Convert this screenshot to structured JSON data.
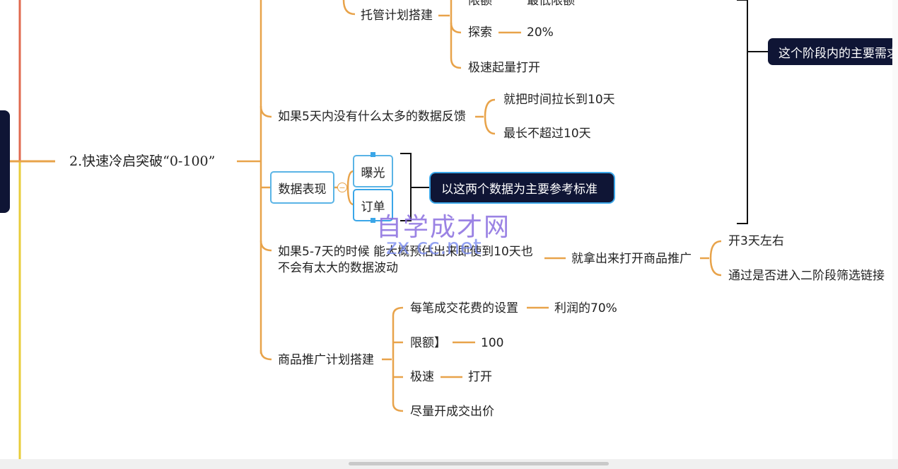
{
  "mindmap": {
    "root": "2.快速冷启突破“0-100”",
    "top_partial": {
      "label": "托管计划搭建",
      "cut_left": "限额",
      "cut_right": "最低限额",
      "explore": "探索",
      "explore_value": "20%",
      "fast": "极速起量打开"
    },
    "feedback": {
      "label": "如果5天内没有什么太多的数据反馈",
      "child1": "就把时间拉长到10天",
      "child2": "最长不超过10天"
    },
    "data_perf": {
      "label": "数据表现",
      "exposure": "曝光",
      "orders": "订单",
      "note": "以这两个数据为主要参考标准"
    },
    "estimate": {
      "line1": "如果5-7天的时候  能大概预估出来即使到10天也",
      "line2": "不会有太大的数据波动",
      "action": "就拿出来打开商品推广",
      "child1": "开3天左右",
      "child2": "通过是否进入二阶段筛选链接"
    },
    "promo": {
      "label": "商品推广计划搭建",
      "fee": "每笔成交花费的设置",
      "fee_value": "利润的70%",
      "limit": "限额】",
      "limit_value": "100",
      "speed": "极速",
      "speed_value": "打开",
      "price": "尽量开成交出价"
    },
    "stage_note": "这个阶段内的主要需求"
  },
  "watermark": {
    "line1": "自学成才网",
    "line2": "zx  cc.net"
  },
  "colors": {
    "branch": "#e8a34a",
    "red_line": "#e06a4f",
    "yellow_line": "#e8cc3a",
    "node_border": "#5ab4e6",
    "dark_node": "#0f1535"
  }
}
